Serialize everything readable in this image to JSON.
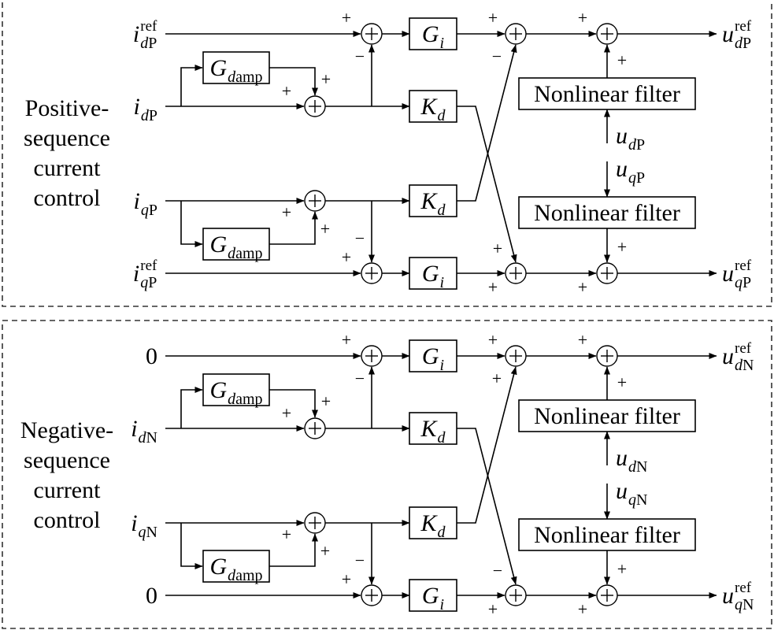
{
  "diagram": {
    "panels": [
      {
        "title_lines": [
          "Positive-",
          "sequence",
          "current",
          "control"
        ],
        "inputs": {
          "d_ref": {
            "main": "i",
            "sub": "dP",
            "sup": "ref"
          },
          "d": {
            "main": "i",
            "sub": "dP"
          },
          "q": {
            "main": "i",
            "sub": "qP"
          },
          "q_ref": {
            "main": "i",
            "sub": "qP",
            "sup": "ref"
          }
        },
        "outputs": {
          "d": {
            "main": "u",
            "sub": "dP",
            "sup": "ref"
          },
          "q": {
            "main": "u",
            "sub": "qP",
            "sup": "ref"
          }
        },
        "feedforward": {
          "d": {
            "main": "u",
            "sub": "dP"
          },
          "q": {
            "main": "u",
            "sub": "qP"
          }
        },
        "cross_signs": {
          "d": "−",
          "q": "+"
        }
      },
      {
        "title_lines": [
          "Negative-",
          "sequence",
          "current",
          "control"
        ],
        "inputs": {
          "d_ref": {
            "main": "0"
          },
          "d": {
            "main": "i",
            "sub": "dN"
          },
          "q": {
            "main": "i",
            "sub": "qN"
          },
          "q_ref": {
            "main": "0"
          }
        },
        "outputs": {
          "d": {
            "main": "u",
            "sub": "dN",
            "sup": "ref"
          },
          "q": {
            "main": "u",
            "sub": "qN",
            "sup": "ref"
          }
        },
        "feedforward": {
          "d": {
            "main": "u",
            "sub": "dN"
          },
          "q": {
            "main": "u",
            "sub": "qN"
          }
        },
        "cross_signs": {
          "d": "+",
          "q": "−"
        }
      }
    ],
    "blocks": {
      "Gi": {
        "main": "G",
        "sub": "i"
      },
      "Kd": {
        "main": "K",
        "sub": "d"
      },
      "Gdamp": {
        "main": "G",
        "sub": "damp"
      },
      "filter": "Nonlinear filter"
    },
    "signs": {
      "plus": "+",
      "minus": "−"
    }
  }
}
